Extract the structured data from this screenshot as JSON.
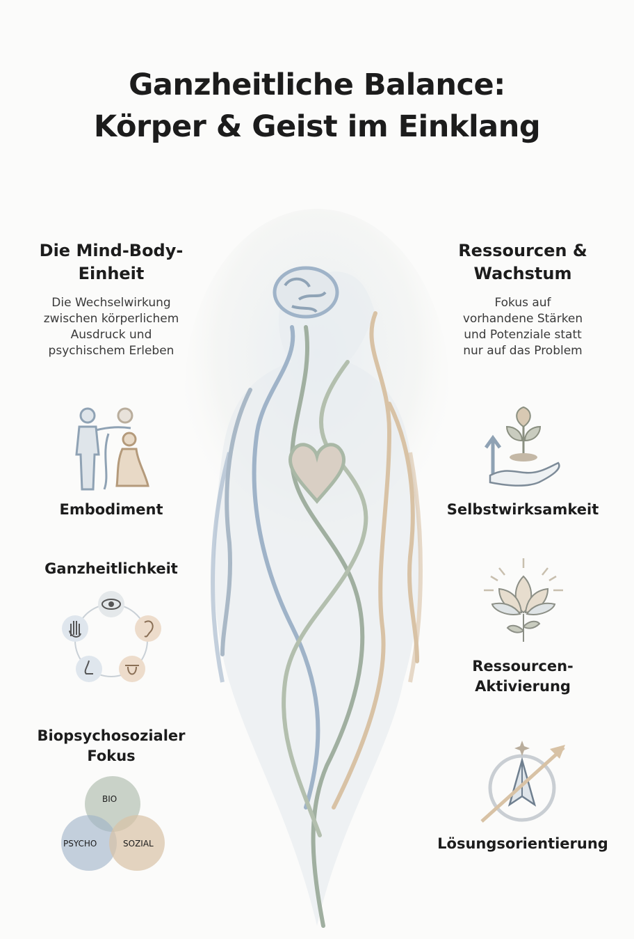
{
  "title": {
    "line1": "Ganzheitliche Balance:",
    "line2": "Körper & Geist im Einklang"
  },
  "left": {
    "heading": {
      "line1": "Die Mind-Body-",
      "line2": "Einheit"
    },
    "description": [
      "Die Wechselwirkung",
      "zwischen körperlichem",
      "Ausdruck und",
      "psychischem Erleben"
    ],
    "items": [
      {
        "label": "Embodiment",
        "icon": "embodiment-figures-icon"
      },
      {
        "label": "Ganzheitlichkeit",
        "icon": "five-senses-circle-icon"
      },
      {
        "label_line1": "Biopsychosozialer",
        "label_line2": "Fokus",
        "icon": "venn-diagram-icon",
        "venn": {
          "bio": "BIO",
          "psycho": "PSYCHO",
          "sozial": "SOZIAL"
        }
      }
    ]
  },
  "right": {
    "heading": {
      "line1": "Ressourcen &",
      "line2": "Wachstum"
    },
    "description": [
      "Fokus auf",
      "vorhandene Stärken",
      "und Potenziale statt",
      "nur auf das Problem"
    ],
    "items": [
      {
        "label": "Selbstwirksamkeit",
        "icon": "hand-plant-arrow-icon"
      },
      {
        "label_line1": "Ressourcen-",
        "label_line2": "Aktivierung",
        "icon": "lotus-icon"
      },
      {
        "label": "Lösungsorientierung",
        "icon": "compass-icon"
      }
    ]
  },
  "colors": {
    "blue": "#9fb3c8",
    "sage": "#a9b8a6",
    "sand": "#d8c2a5",
    "text": "#1c1c1c"
  }
}
